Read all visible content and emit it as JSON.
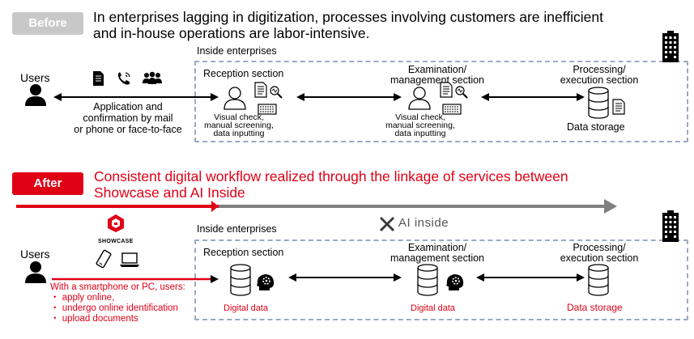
{
  "before": {
    "badge": "Before",
    "heading_line1": "In enterprises lagging in digitization, processes involving customers are inefficient",
    "heading_line2": "and in-house operations are labor-intensive.",
    "inside_label": "Inside enterprises",
    "users_label": "Users",
    "application_line1": "Application and",
    "application_line2": "confirmation by mail",
    "application_line3": "or phone or face-to-face",
    "reception_title": "Reception section",
    "reception_note_line1": "Visual check,",
    "reception_note_line2": "manual screening,",
    "reception_note_line3": "data inputting",
    "exam_title_line1": "Examination/",
    "exam_title_line2": "management section",
    "exam_note_line1": "Visual check,",
    "exam_note_line2": "manual screening,",
    "exam_note_line3": "data inputting",
    "processing_title_line1": "Processing/",
    "processing_title_line2": "execution section",
    "storage_label": "Data storage"
  },
  "after": {
    "badge": "After",
    "heading_line1": "Consistent digital workflow realized through the linkage of services between",
    "heading_line2": "Showcase and AI Inside",
    "inside_label": "Inside enterprises",
    "ai_inside_logo": "AI inside",
    "showcase_logo": "SHOWCASE",
    "users_label": "Users",
    "users_note_line1": "With a smartphone or PC, users:",
    "users_note_line2": "・ apply online,",
    "users_note_line3": "・ undergo online identification",
    "users_note_line4": "・ upload documents",
    "reception_title": "Reception section",
    "reception_data": "Digital data",
    "exam_title_line1": "Examination/",
    "exam_title_line2": "management section",
    "exam_data": "Digital data",
    "processing_title_line1": "Processing/",
    "processing_title_line2": "execution section",
    "storage_label": "Data storage"
  },
  "colors": {
    "before_badge": "#c8c8c8",
    "after_badge": "#e00016",
    "accent_red": "#e00016",
    "arrow_gray": "#808080",
    "dashed_border": "#9aa9c2"
  },
  "icons": [
    "document-icon",
    "phone-icon",
    "people-icon",
    "person-icon",
    "keyboard-icon",
    "magnifier-icon",
    "database-icon",
    "ai-head-icon",
    "smartphone-icon",
    "laptop-icon",
    "building-icon",
    "showcase-logo-icon",
    "ai-inside-logo-icon"
  ]
}
